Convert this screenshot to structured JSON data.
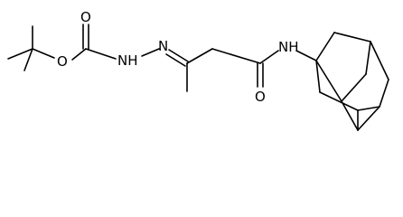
{
  "molecule": {
    "atoms": {
      "o_carbonyl_carbamate": "O",
      "o_ester": "O",
      "nh_hydrazide": "NH",
      "n_imine": "N",
      "o_amide": "O",
      "nh_amide": "NH"
    },
    "colors": {
      "bond": "#000000",
      "label": "#000000",
      "background": "#ffffff"
    }
  }
}
